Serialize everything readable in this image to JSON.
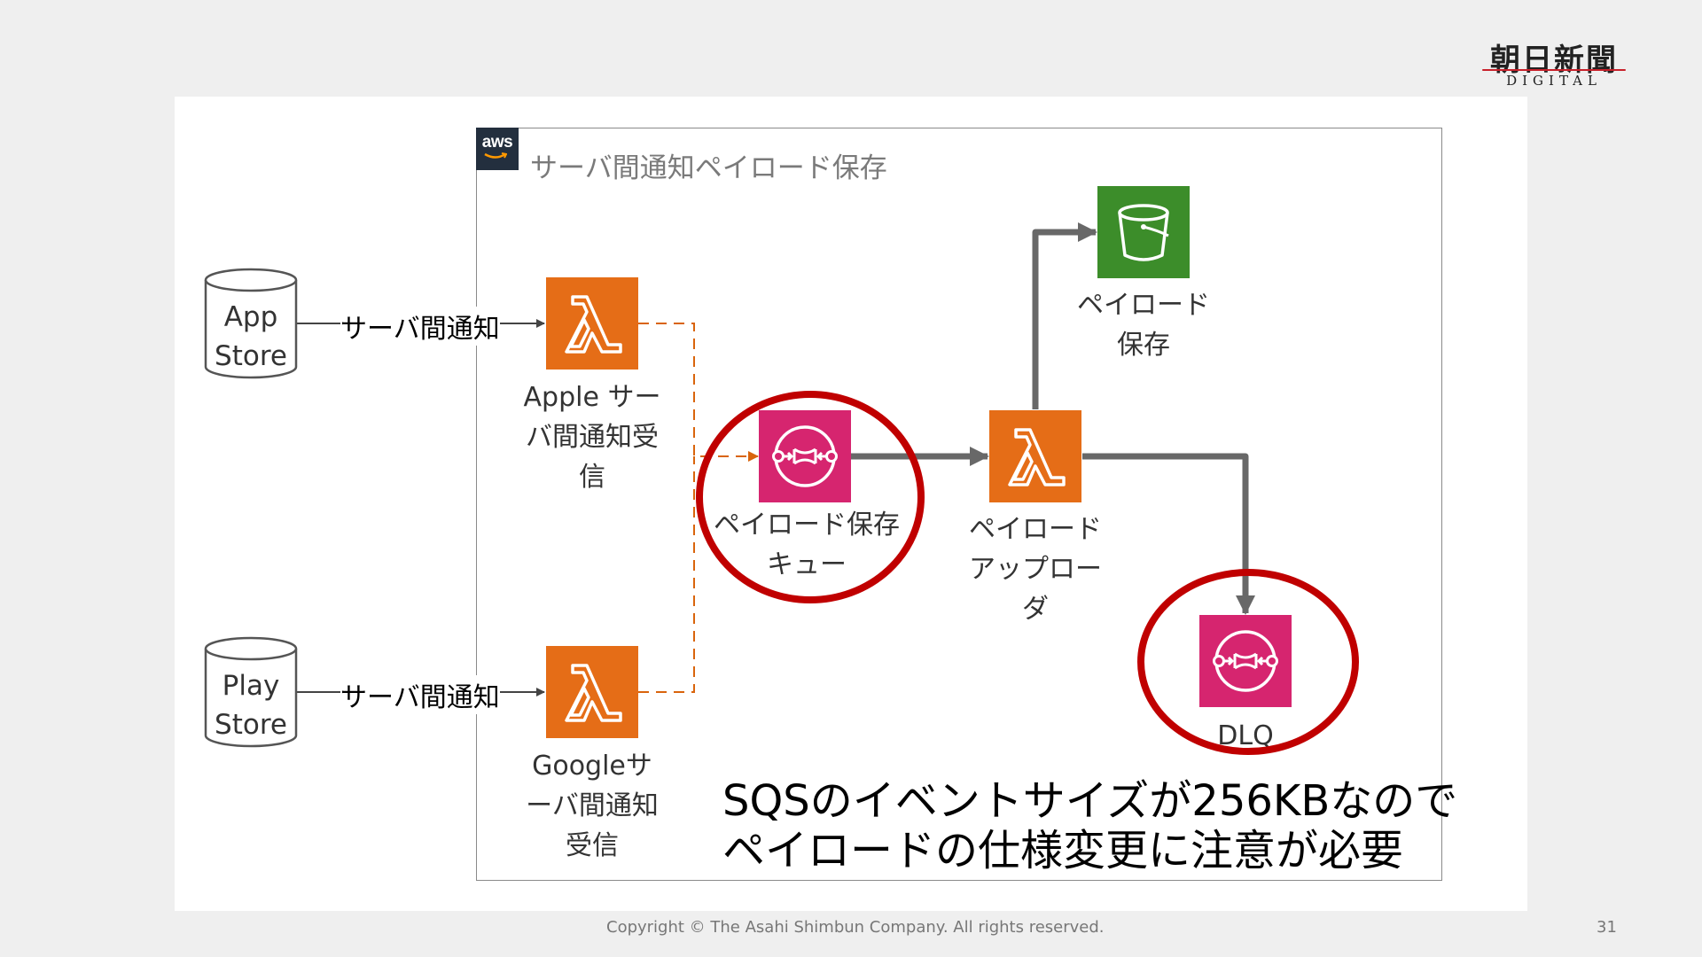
{
  "logo": {
    "main": "朝日新聞",
    "sub": "DIGITAL",
    "color": "#c8202a"
  },
  "group": {
    "badge": "aws",
    "title": "サーバ間通知ペイロード保存"
  },
  "external": [
    {
      "id": "appstore",
      "label": "App\nStore"
    },
    {
      "id": "playstore",
      "label": "Play\nStore"
    }
  ],
  "edges": [
    {
      "label": "サーバ間通知"
    },
    {
      "label": "サーバ間通知"
    }
  ],
  "nodes": {
    "apple_lambda": {
      "label": "Apple サー\nバ間通知受\n信",
      "icon": "lambda-icon",
      "color": "#e56d17"
    },
    "google_lambda": {
      "label": "Googleサ\nーバ間通知\n受信",
      "icon": "lambda-icon",
      "color": "#e56d17"
    },
    "queue": {
      "label": "ペイロード保存\nキュー",
      "icon": "sqs-icon",
      "color": "#d6256f"
    },
    "uploader": {
      "label": "ペイロード\nアップロー\nダ",
      "icon": "lambda-icon",
      "color": "#e56d17"
    },
    "s3": {
      "label": "ペイロード\n保存",
      "icon": "bucket-icon",
      "color": "#3c8d2a"
    },
    "dlq": {
      "label": "DLQ",
      "icon": "sqs-icon",
      "color": "#d6256f"
    }
  },
  "highlight_color": "#c00000",
  "note": "SQSのイベントサイズが256KBなので\nペイロードの仕様変更に注意が必要",
  "footer": {
    "copyright": "Copyright © The Asahi Shimbun Company. All rights reserved.",
    "page": "31"
  }
}
